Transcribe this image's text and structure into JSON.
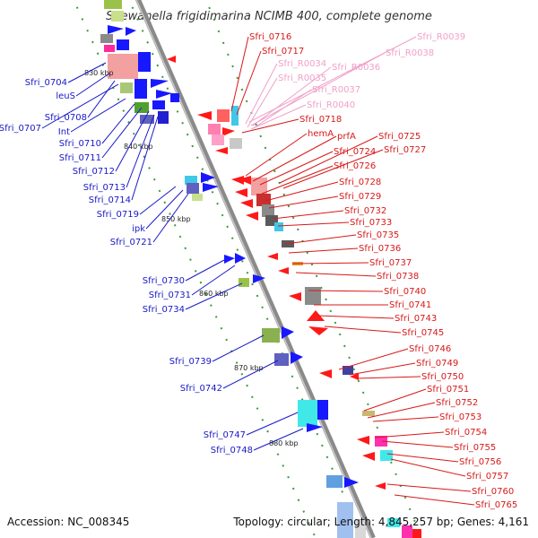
{
  "title": "Shewanella frigidimarina NCIMB 400, complete genome",
  "footer": {
    "accession": "Accession: NC_008345",
    "topology": "Topology: circular; Length: 4,845,257 bp; Genes: 4,161"
  },
  "colors": {
    "minus_label": "#1818c8",
    "plus_label": "#d81818",
    "rna_label": "#f0a0c8",
    "backbone": "#909090"
  },
  "kbp_marks": [
    "830 kbp",
    "840 kbp",
    "850 kbp",
    "860 kbp",
    "870 kbp",
    "880 kbp"
  ],
  "left_labels": [
    "Sfri_0704",
    "leuS",
    "Sfri_0708",
    "Sfri_0707",
    "Int",
    "Sfri_0710",
    "Sfri_0711",
    "Sfri_0712",
    "Sfri_0713",
    "Sfri_0714",
    "Sfri_0719",
    "ipk",
    "Sfri_0721",
    "Sfri_0730",
    "Sfri_0731",
    "Sfri_0734",
    "Sfri_0739",
    "Sfri_0742",
    "Sfri_0747",
    "Sfri_0748"
  ],
  "right_labels": [
    "Sfri_0716",
    "Sfri_0717",
    "Sfri_R0039",
    "Sfri_R0038",
    "Sfri_R0034",
    "Sfri_R0036",
    "Sfri_R0035",
    "Sfri_R0037",
    "Sfri_R0040",
    "Sfri_0718",
    "hemA",
    "prfA",
    "Sfri_0725",
    "Sfri_0724",
    "Sfri_0727",
    "Sfri_0726",
    "Sfri_0728",
    "Sfri_0729",
    "Sfri_0732",
    "Sfri_0733",
    "Sfri_0735",
    "Sfri_0736",
    "Sfri_0737",
    "Sfri_0738",
    "Sfri_0740",
    "Sfri_0741",
    "Sfri_0743",
    "Sfri_0745",
    "Sfri_0746",
    "Sfri_0749",
    "Sfri_0750",
    "Sfri_0751",
    "Sfri_0752",
    "Sfri_0753",
    "Sfri_0754",
    "Sfri_0755",
    "Sfri_0756",
    "Sfri_0757",
    "Sfri_0760",
    "Sfri_0765"
  ]
}
